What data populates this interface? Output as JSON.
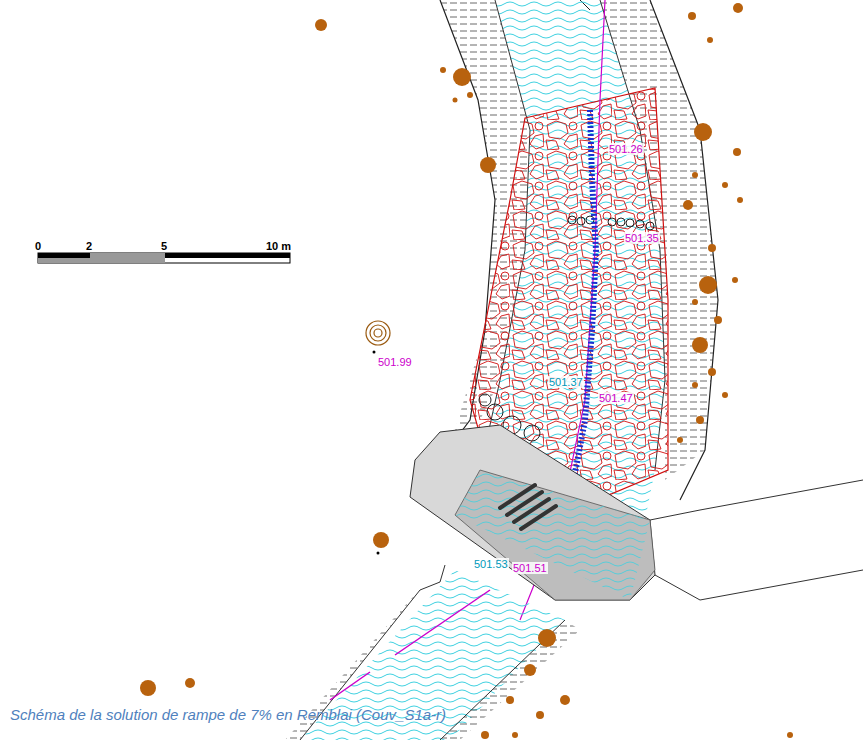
{
  "diagram": {
    "caption": "Schéma de la solution de rampe de 7% en Remblai (Couv_S1a-r)",
    "labels": [
      "0",
      "2",
      "5",
      "10 m",
      "501.26",
      "501.35",
      "501.99",
      "501.37",
      "501.47",
      "501.53",
      "501.51"
    ]
  }
}
